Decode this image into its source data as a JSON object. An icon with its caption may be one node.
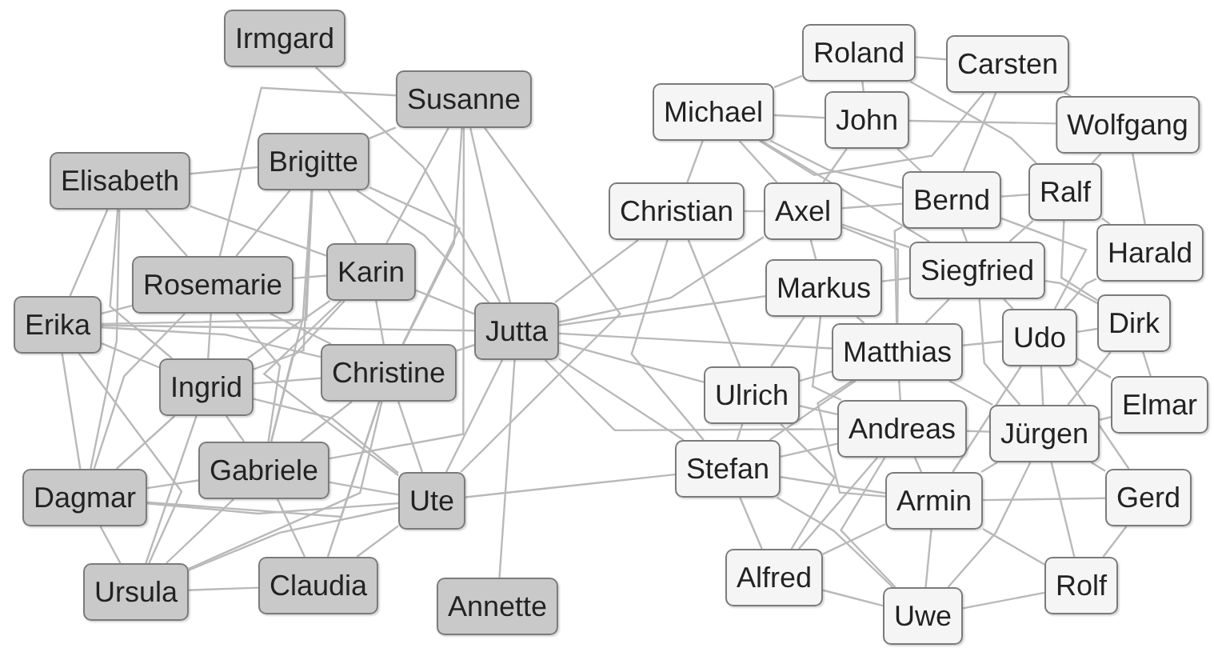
{
  "diagram": {
    "nodes": [
      {
        "text": [
          "Irmgard"
        ]
      },
      {
        "text": [
          "Susanne"
        ]
      },
      {
        "text": [
          "Elisabeth"
        ]
      },
      {
        "text": [
          "Brigitte"
        ]
      },
      {
        "text": [
          "Rosemarie"
        ]
      },
      {
        "text": [
          "Karin"
        ]
      },
      {
        "text": [
          "Erika"
        ]
      },
      {
        "text": [
          "Jutta"
        ]
      },
      {
        "text": [
          "Ingrid"
        ]
      },
      {
        "text": [
          "Christine"
        ]
      },
      {
        "text": [
          "Gabriele"
        ]
      },
      {
        "text": [
          "Dagmar"
        ]
      },
      {
        "text": [
          "Ute"
        ]
      },
      {
        "text": [
          "Ursula"
        ]
      },
      {
        "text": [
          "Claudia"
        ]
      },
      {
        "text": [
          "Annette"
        ]
      },
      {
        "text": [
          "Roland"
        ]
      },
      {
        "text": [
          "Carsten"
        ]
      },
      {
        "text": [
          "Michael"
        ]
      },
      {
        "text": [
          "John"
        ]
      },
      {
        "text": [
          "Wolfgang"
        ]
      },
      {
        "text": [
          "Christian"
        ]
      },
      {
        "text": [
          "Axel"
        ]
      },
      {
        "text": [
          "Bernd"
        ]
      },
      {
        "text": [
          "Ralf"
        ]
      },
      {
        "text": [
          "Harald"
        ]
      },
      {
        "text": [
          "Markus"
        ]
      },
      {
        "text": [
          "Siegfried"
        ]
      },
      {
        "text": [
          "Dirk"
        ]
      },
      {
        "text": [
          "Udo"
        ]
      },
      {
        "text": [
          "Matthias"
        ]
      },
      {
        "text": [
          "Ulrich"
        ]
      },
      {
        "text": [
          "Elmar"
        ]
      },
      {
        "text": [
          "Andreas"
        ]
      },
      {
        "text": [
          "Jürgen"
        ]
      },
      {
        "text": [
          "Stefan"
        ]
      },
      {
        "text": [
          "Armin"
        ]
      },
      {
        "text": [
          "Gerd"
        ]
      },
      {
        "text": [
          "Alfred"
        ]
      },
      {
        "text": [
          "Rolf"
        ]
      },
      {
        "text": [
          "Uwe"
        ]
      }
    ],
    "edges": [
      {
        "from": 2,
        "to": 3,
        "arrow": "none"
      },
      {
        "from": 0,
        "to": 7,
        "arrow": "none"
      },
      {
        "from": 1,
        "to": 3,
        "arrow": "none"
      },
      {
        "from": 1,
        "to": 5,
        "arrow": "none"
      },
      {
        "from": 1,
        "to": 9,
        "arrow": "none"
      },
      {
        "from": 1,
        "to": 7,
        "arrow": "none"
      },
      {
        "from": 1,
        "to": 12,
        "arrow": "none"
      },
      {
        "from": 1,
        "to": 4,
        "arrow": "none"
      },
      {
        "from": 1,
        "to": 10,
        "arrow": "none"
      },
      {
        "from": 3,
        "to": 4,
        "arrow": "none"
      },
      {
        "from": 3,
        "to": 5,
        "arrow": "none"
      },
      {
        "from": 3,
        "to": 9,
        "arrow": "none"
      },
      {
        "from": 3,
        "to": 8,
        "arrow": "none"
      },
      {
        "from": 3,
        "to": 7,
        "arrow": "none"
      },
      {
        "from": 3,
        "to": 10,
        "arrow": "none"
      },
      {
        "from": 3,
        "to": 6,
        "arrow": "none"
      },
      {
        "from": 2,
        "to": 4,
        "arrow": "none"
      },
      {
        "from": 2,
        "to": 6,
        "arrow": "none"
      },
      {
        "from": 2,
        "to": 11,
        "arrow": "none"
      },
      {
        "from": 2,
        "to": 5,
        "arrow": "none"
      },
      {
        "from": 2,
        "to": 8,
        "arrow": "none"
      },
      {
        "from": 4,
        "to": 5,
        "arrow": "none"
      },
      {
        "from": 4,
        "to": 6,
        "arrow": "none"
      },
      {
        "from": 4,
        "to": 9,
        "arrow": "none"
      },
      {
        "from": 4,
        "to": 8,
        "arrow": "none"
      },
      {
        "from": 4,
        "to": 11,
        "arrow": "none"
      },
      {
        "from": 4,
        "to": 10,
        "arrow": "none"
      },
      {
        "from": 5,
        "to": 9,
        "arrow": "none"
      },
      {
        "from": 5,
        "to": 7,
        "arrow": "none"
      },
      {
        "from": 5,
        "to": 8,
        "arrow": "none"
      },
      {
        "from": 5,
        "to": 12,
        "arrow": "none"
      },
      {
        "from": 5,
        "to": 10,
        "arrow": "none"
      },
      {
        "from": 6,
        "to": 8,
        "arrow": "none"
      },
      {
        "from": 6,
        "to": 11,
        "arrow": "none"
      },
      {
        "from": 6,
        "to": 13,
        "arrow": "none"
      },
      {
        "from": 6,
        "to": 7,
        "arrow": "none"
      },
      {
        "from": 6,
        "to": 9,
        "arrow": "none"
      },
      {
        "from": 8,
        "to": 9,
        "arrow": "none"
      },
      {
        "from": 8,
        "to": 10,
        "arrow": "none"
      },
      {
        "from": 8,
        "to": 11,
        "arrow": "none"
      },
      {
        "from": 8,
        "to": 13,
        "arrow": "none"
      },
      {
        "from": 8,
        "to": 12,
        "arrow": "none"
      },
      {
        "from": 9,
        "to": 7,
        "arrow": "none"
      },
      {
        "from": 9,
        "to": 10,
        "arrow": "none"
      },
      {
        "from": 9,
        "to": 12,
        "arrow": "none"
      },
      {
        "from": 9,
        "to": 14,
        "arrow": "none"
      },
      {
        "from": 9,
        "to": 13,
        "arrow": "none"
      },
      {
        "from": 9,
        "to": 11,
        "arrow": "none"
      },
      {
        "from": 10,
        "to": 11,
        "arrow": "none"
      },
      {
        "from": 10,
        "to": 12,
        "arrow": "none"
      },
      {
        "from": 10,
        "to": 13,
        "arrow": "none"
      },
      {
        "from": 10,
        "to": 14,
        "arrow": "none"
      },
      {
        "from": 11,
        "to": 13,
        "arrow": "none"
      },
      {
        "from": 11,
        "to": 12,
        "arrow": "none"
      },
      {
        "from": 13,
        "to": 14,
        "arrow": "none"
      },
      {
        "from": 13,
        "to": 12,
        "arrow": "none"
      },
      {
        "from": 12,
        "to": 7,
        "arrow": "none"
      },
      {
        "from": 7,
        "to": 15,
        "arrow": "none"
      },
      {
        "from": 14,
        "to": 12,
        "arrow": "none"
      },
      {
        "from": 7,
        "to": 21,
        "arrow": "none"
      },
      {
        "from": 7,
        "to": 26,
        "arrow": "none"
      },
      {
        "from": 7,
        "to": 30,
        "arrow": "none"
      },
      {
        "from": 7,
        "to": 31,
        "arrow": "none"
      },
      {
        "from": 7,
        "to": 35,
        "arrow": "none"
      },
      {
        "from": 7,
        "to": 33,
        "arrow": "none"
      },
      {
        "from": 7,
        "to": 22,
        "arrow": "none"
      },
      {
        "from": 12,
        "to": 35,
        "arrow": "none"
      },
      {
        "from": 16,
        "to": 18,
        "arrow": "none"
      },
      {
        "from": 16,
        "to": 17,
        "arrow": "none"
      },
      {
        "from": 16,
        "to": 19,
        "arrow": "none"
      },
      {
        "from": 16,
        "to": 24,
        "arrow": "none"
      },
      {
        "from": 17,
        "to": 20,
        "arrow": "none"
      },
      {
        "from": 17,
        "to": 23,
        "arrow": "none"
      },
      {
        "from": 17,
        "to": 18,
        "arrow": "none"
      },
      {
        "from": 18,
        "to": 19,
        "arrow": "none"
      },
      {
        "from": 18,
        "to": 21,
        "arrow": "none"
      },
      {
        "from": 18,
        "to": 22,
        "arrow": "none"
      },
      {
        "from": 18,
        "to": 23,
        "arrow": "none"
      },
      {
        "from": 18,
        "to": 27,
        "arrow": "none"
      },
      {
        "from": 19,
        "to": 20,
        "arrow": "none"
      },
      {
        "from": 19,
        "to": 23,
        "arrow": "none"
      },
      {
        "from": 19,
        "to": 22,
        "arrow": "none"
      },
      {
        "from": 20,
        "to": 25,
        "arrow": "none"
      },
      {
        "from": 20,
        "to": 24,
        "arrow": "none"
      },
      {
        "from": 21,
        "to": 22,
        "arrow": "none"
      },
      {
        "from": 21,
        "to": 31,
        "arrow": "none"
      },
      {
        "from": 21,
        "to": 35,
        "arrow": "none"
      },
      {
        "from": 22,
        "to": 23,
        "arrow": "none"
      },
      {
        "from": 22,
        "to": 26,
        "arrow": "none"
      },
      {
        "from": 22,
        "to": 27,
        "arrow": "none"
      },
      {
        "from": 22,
        "to": 30,
        "arrow": "none"
      },
      {
        "from": 23,
        "to": 24,
        "arrow": "none"
      },
      {
        "from": 23,
        "to": 27,
        "arrow": "none"
      },
      {
        "from": 23,
        "to": 29,
        "arrow": "none"
      },
      {
        "from": 23,
        "to": 30,
        "arrow": "none"
      },
      {
        "from": 24,
        "to": 25,
        "arrow": "none"
      },
      {
        "from": 24,
        "to": 28,
        "arrow": "none"
      },
      {
        "from": 24,
        "to": 27,
        "arrow": "none"
      },
      {
        "from": 25,
        "to": 29,
        "arrow": "none"
      },
      {
        "from": 26,
        "to": 27,
        "arrow": "none"
      },
      {
        "from": 26,
        "to": 30,
        "arrow": "none"
      },
      {
        "from": 26,
        "to": 31,
        "arrow": "none"
      },
      {
        "from": 26,
        "to": 33,
        "arrow": "none"
      },
      {
        "from": 27,
        "to": 29,
        "arrow": "none"
      },
      {
        "from": 27,
        "to": 28,
        "arrow": "none"
      },
      {
        "from": 27,
        "to": 30,
        "arrow": "none"
      },
      {
        "from": 27,
        "to": 34,
        "arrow": "none"
      },
      {
        "from": 28,
        "to": 29,
        "arrow": "none"
      },
      {
        "from": 28,
        "to": 32,
        "arrow": "none"
      },
      {
        "from": 28,
        "to": 34,
        "arrow": "none"
      },
      {
        "from": 29,
        "to": 30,
        "arrow": "none"
      },
      {
        "from": 29,
        "to": 34,
        "arrow": "none"
      },
      {
        "from": 29,
        "to": 32,
        "arrow": "none"
      },
      {
        "from": 29,
        "to": 37,
        "arrow": "none"
      },
      {
        "from": 29,
        "to": 36,
        "arrow": "none"
      },
      {
        "from": 30,
        "to": 33,
        "arrow": "none"
      },
      {
        "from": 30,
        "to": 31,
        "arrow": "none"
      },
      {
        "from": 30,
        "to": 34,
        "arrow": "none"
      },
      {
        "from": 30,
        "to": 35,
        "arrow": "none"
      },
      {
        "from": 30,
        "to": 36,
        "arrow": "none"
      },
      {
        "from": 31,
        "to": 33,
        "arrow": "none"
      },
      {
        "from": 31,
        "to": 35,
        "arrow": "none"
      },
      {
        "from": 31,
        "to": 38,
        "arrow": "none"
      },
      {
        "from": 33,
        "to": 34,
        "arrow": "none"
      },
      {
        "from": 33,
        "to": 35,
        "arrow": "none"
      },
      {
        "from": 33,
        "to": 36,
        "arrow": "none"
      },
      {
        "from": 33,
        "to": 40,
        "arrow": "none"
      },
      {
        "from": 34,
        "to": 36,
        "arrow": "none"
      },
      {
        "from": 34,
        "to": 37,
        "arrow": "none"
      },
      {
        "from": 34,
        "to": 39,
        "arrow": "none"
      },
      {
        "from": 34,
        "to": 32,
        "arrow": "none"
      },
      {
        "from": 35,
        "to": 36,
        "arrow": "none"
      },
      {
        "from": 35,
        "to": 38,
        "arrow": "none"
      },
      {
        "from": 35,
        "to": 40,
        "arrow": "none"
      },
      {
        "from": 36,
        "to": 40,
        "arrow": "none"
      },
      {
        "from": 36,
        "to": 39,
        "arrow": "none"
      },
      {
        "from": 36,
        "to": 38,
        "arrow": "none"
      },
      {
        "from": 37,
        "to": 39,
        "arrow": "none"
      },
      {
        "from": 37,
        "to": 36,
        "arrow": "none"
      },
      {
        "from": 38,
        "to": 40,
        "arrow": "none"
      },
      {
        "from": 40,
        "to": 39,
        "arrow": "none"
      },
      {
        "from": 38,
        "to": 33,
        "arrow": "none"
      },
      {
        "from": 40,
        "to": 34,
        "arrow": "none"
      }
    ]
  }
}
